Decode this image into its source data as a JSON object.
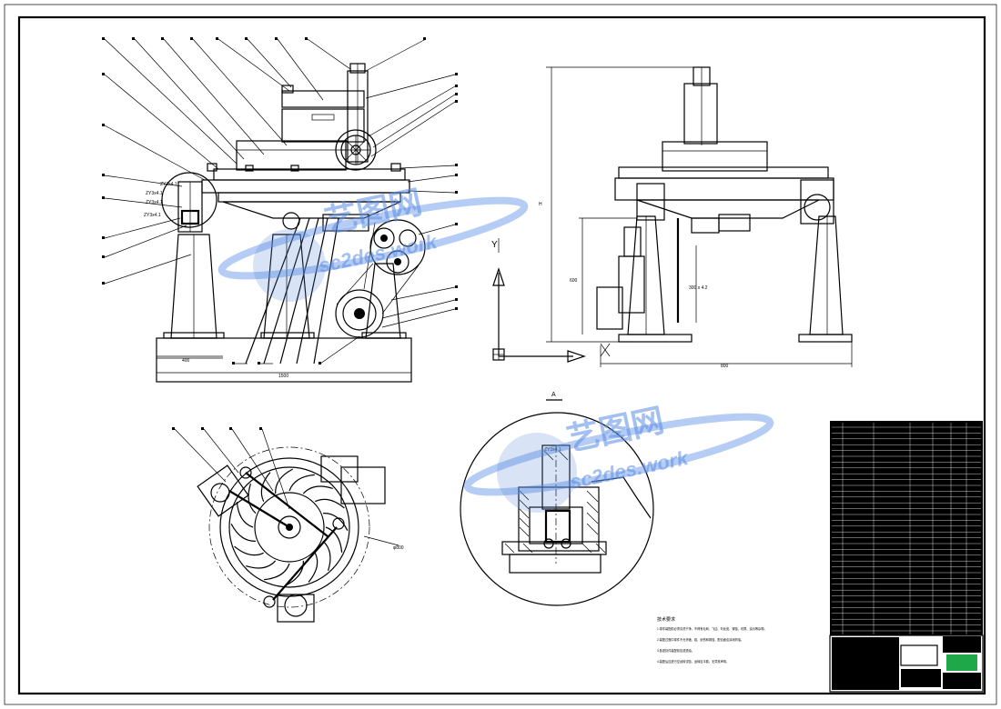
{
  "watermark": {
    "cn": "艺图网",
    "en": "sc2des.work",
    "color": "#5b8ee6"
  },
  "front_view": {
    "dims": [
      "ZY3x4.1",
      "ZY3x4.1",
      "ZY3x4.1",
      "ZY3x4.1",
      "400",
      "1500"
    ]
  },
  "side_view": {
    "axis_y": "Y",
    "dims": [
      "H",
      "600",
      "300 x 4.2",
      "800"
    ]
  },
  "detail": {
    "label": "A",
    "dim": "ZY3x4.1"
  },
  "plan_view": {
    "dim": "φ800"
  },
  "notes": {
    "title": "技术要求",
    "lines": [
      "1.零件装配前必须清洗干净，不得有毛刺、飞边、氧化皮、锈蚀、切屑、油污等杂物。",
      "2.装配过程中零件不允许磕、碰、划伤和锈蚀，配合面应涂润滑油。",
      "3.各密封件装配前应浸透油。",
      "4.装配后应进行空运转试验，运转应平稳，无异常声响。"
    ]
  },
  "title_block": {
    "stamp_color": "#1fa84a"
  }
}
